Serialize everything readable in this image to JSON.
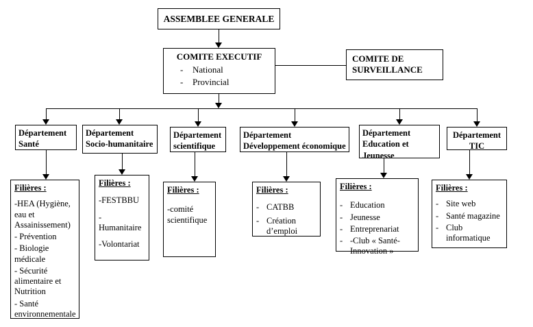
{
  "bullet": "-",
  "nodes": {
    "assemblee": {
      "title": "ASSEMBLEE GENERALE"
    },
    "executif": {
      "title": "COMITE EXECUTIF",
      "items": [
        "National",
        "Provincial"
      ]
    },
    "surveillance": {
      "title": "COMITE DE SURVEILLANCE"
    },
    "departments": [
      {
        "title": "Département Santé"
      },
      {
        "title": "Département Socio-humanitaire"
      },
      {
        "title": "Département scientifique"
      },
      {
        "title": "Département Développement économique"
      },
      {
        "title": "Département Education et Jeunesse"
      },
      {
        "title": "Département TIC"
      }
    ],
    "filieres": [
      {
        "label": "Filières :",
        "lines": [
          "-HEA (Hygiène, eau et Assainissement)",
          "- Prévention",
          "- Biologie médicale",
          "- Sécurité alimentaire et Nutrition",
          "- Santé environnementale"
        ]
      },
      {
        "label": "Filières :",
        "lines": [
          "-FESTBBU",
          "- Humanitaire",
          "-Volontariat"
        ]
      },
      {
        "label": "Filières :",
        "lines": [
          "-comité scientifique"
        ]
      },
      {
        "label": "Filières :",
        "bullets": [
          "CATBB",
          "Création d’emploi"
        ]
      },
      {
        "label": "Filières :",
        "bullets": [
          "Education",
          "Jeunesse",
          "Entreprenariat",
          "-Club « Santé-Innovation »"
        ]
      },
      {
        "label": "Filières :",
        "bullets": [
          "Site web",
          "Santé magazine",
          "Club informatique"
        ]
      }
    ]
  }
}
